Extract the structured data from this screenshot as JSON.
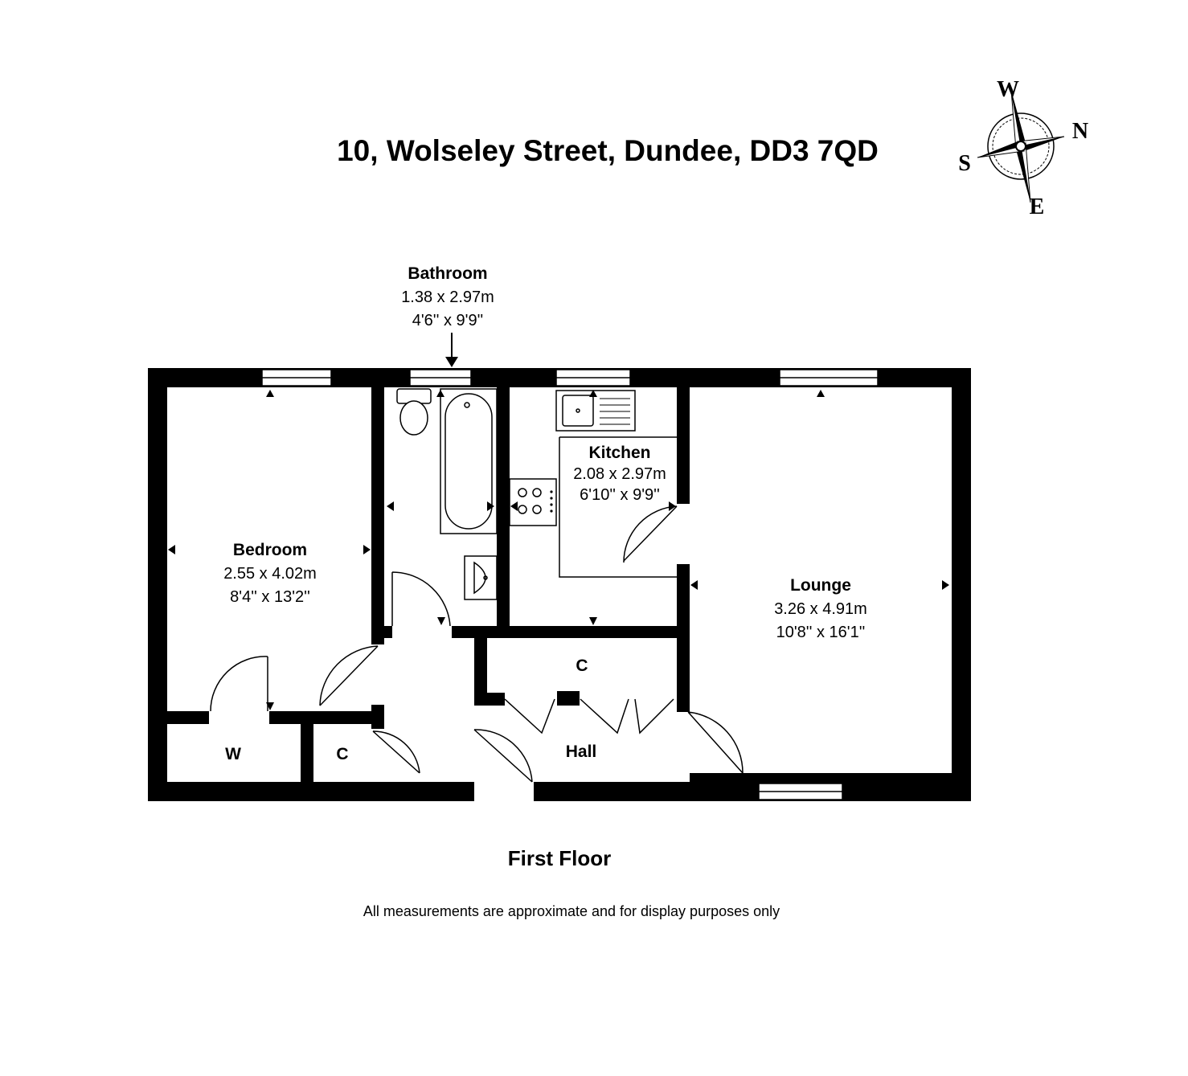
{
  "title": "10, Wolseley Street, Dundee, DD3 7QD",
  "compass": {
    "north": "N",
    "south": "S",
    "east": "E",
    "west": "W",
    "icon": "compass-rose-icon"
  },
  "rooms": {
    "bathroom": {
      "name": "Bathroom",
      "metric": "1.38 x 2.97m",
      "imperial": "4'6'' x 9'9''"
    },
    "bedroom": {
      "name": "Bedroom",
      "metric": "2.55 x 4.02m",
      "imperial": "8'4'' x 13'2''"
    },
    "kitchen": {
      "name": "Kitchen",
      "metric": "2.08 x 2.97m",
      "imperial": "6'10'' x 9'9''"
    },
    "lounge": {
      "name": "Lounge",
      "metric": "3.26 x 4.91m",
      "imperial": "10'8'' x 16'1''"
    },
    "hall": {
      "name": "Hall"
    },
    "cupboard_upper": {
      "name": "C"
    },
    "cupboard_lower": {
      "name": "C"
    },
    "wardrobe": {
      "name": "W"
    }
  },
  "floor_label": "First Floor",
  "disclaimer": "All measurements are approximate and for display purposes only"
}
